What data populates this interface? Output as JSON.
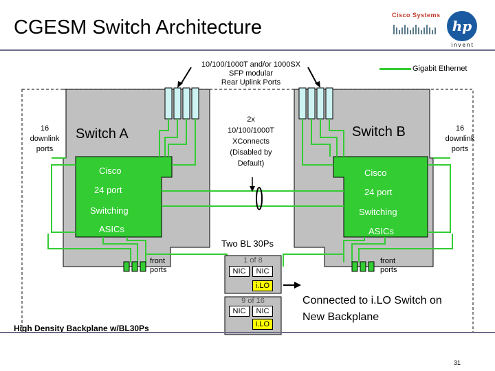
{
  "header": {
    "title": "CGESM Switch Architecture",
    "cisco_logo_text": "Cisco Systems",
    "hp_logo_text": "hp",
    "hp_tagline": "invent"
  },
  "legend": {
    "label": "Gigabit Ethernet",
    "color": "#33cc33"
  },
  "labels": {
    "uplink_ports": [
      "10/100/1000T and/or 1000SX",
      "SFP modular",
      "Rear Uplink Ports"
    ],
    "xconnects": [
      "2x",
      "10/100/1000T",
      "XConnects",
      "(Disabled by",
      "Default)"
    ],
    "downlink_left": [
      "16",
      "downlink",
      "ports"
    ],
    "downlink_right": [
      "16",
      "downlink",
      "ports"
    ],
    "two_blades": "Two BL 30Ps",
    "front_ports_left": [
      "front",
      "ports"
    ],
    "front_ports_right": [
      "front",
      "ports"
    ],
    "backplane": "High Density Backplane w/BL30Ps",
    "connected_ilo": [
      "Connected to i.LO Switch on",
      "New Backplane"
    ]
  },
  "switch_a": {
    "name": "Switch A",
    "lines": [
      "Cisco",
      "24 port",
      "Switching",
      "ASICs"
    ]
  },
  "switch_b": {
    "name": "Switch B",
    "lines": [
      "Cisco",
      "24 port",
      "Switching",
      "ASICs"
    ]
  },
  "blades": [
    {
      "label": "1 of 8",
      "nic1": "NIC",
      "nic2": "NIC",
      "ilo": "i.LO"
    },
    {
      "label": "9 of 16",
      "nic1": "NIC",
      "nic2": "NIC",
      "ilo": "i.LO"
    }
  ],
  "colors": {
    "switch_gray": "#c0c0c0",
    "asic_green": "#33cc33",
    "port_fill": "#ccf2f2",
    "ilo_yellow": "#ffff00"
  },
  "page_number": "31"
}
